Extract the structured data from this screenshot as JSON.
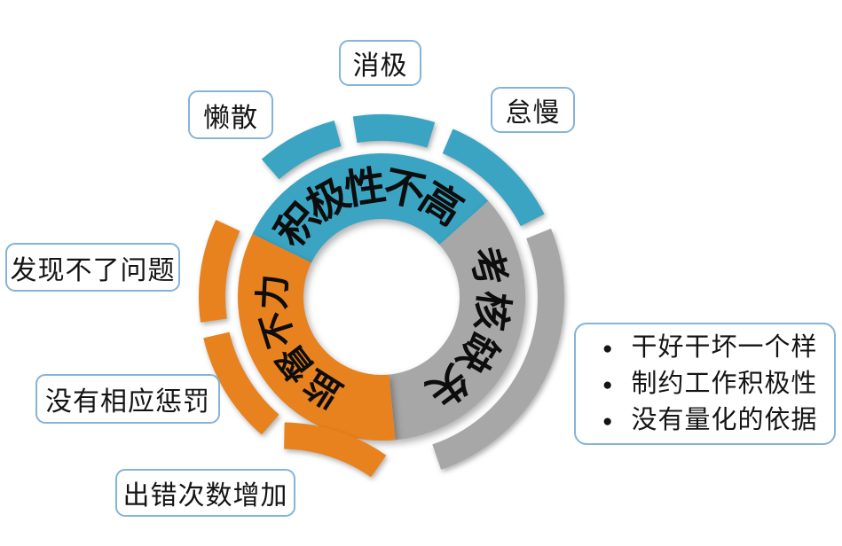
{
  "colors": {
    "teal": "#3BA4C2",
    "gray": "#A7A7A7",
    "orange": "#E8821E",
    "callout_border": "#85B3D9",
    "label_text": "#0d0d0d"
  },
  "ring": {
    "segments": {
      "motivation": {
        "label": "积极性不高"
      },
      "assessment": {
        "label": "考核缺失"
      },
      "supervision": {
        "label": "监督不力"
      }
    }
  },
  "callouts": {
    "lazy": "懒散",
    "negative": "消极",
    "slack": "怠慢",
    "cannot_find_problems": "发现不了问题",
    "no_punishment": "没有相应惩罚",
    "more_errors": "出错次数增加"
  },
  "assessment_box": {
    "bullet_glyph": "●",
    "points": [
      "干好干坏一个样",
      "制约工作积极性",
      "没有量化的依据"
    ]
  }
}
